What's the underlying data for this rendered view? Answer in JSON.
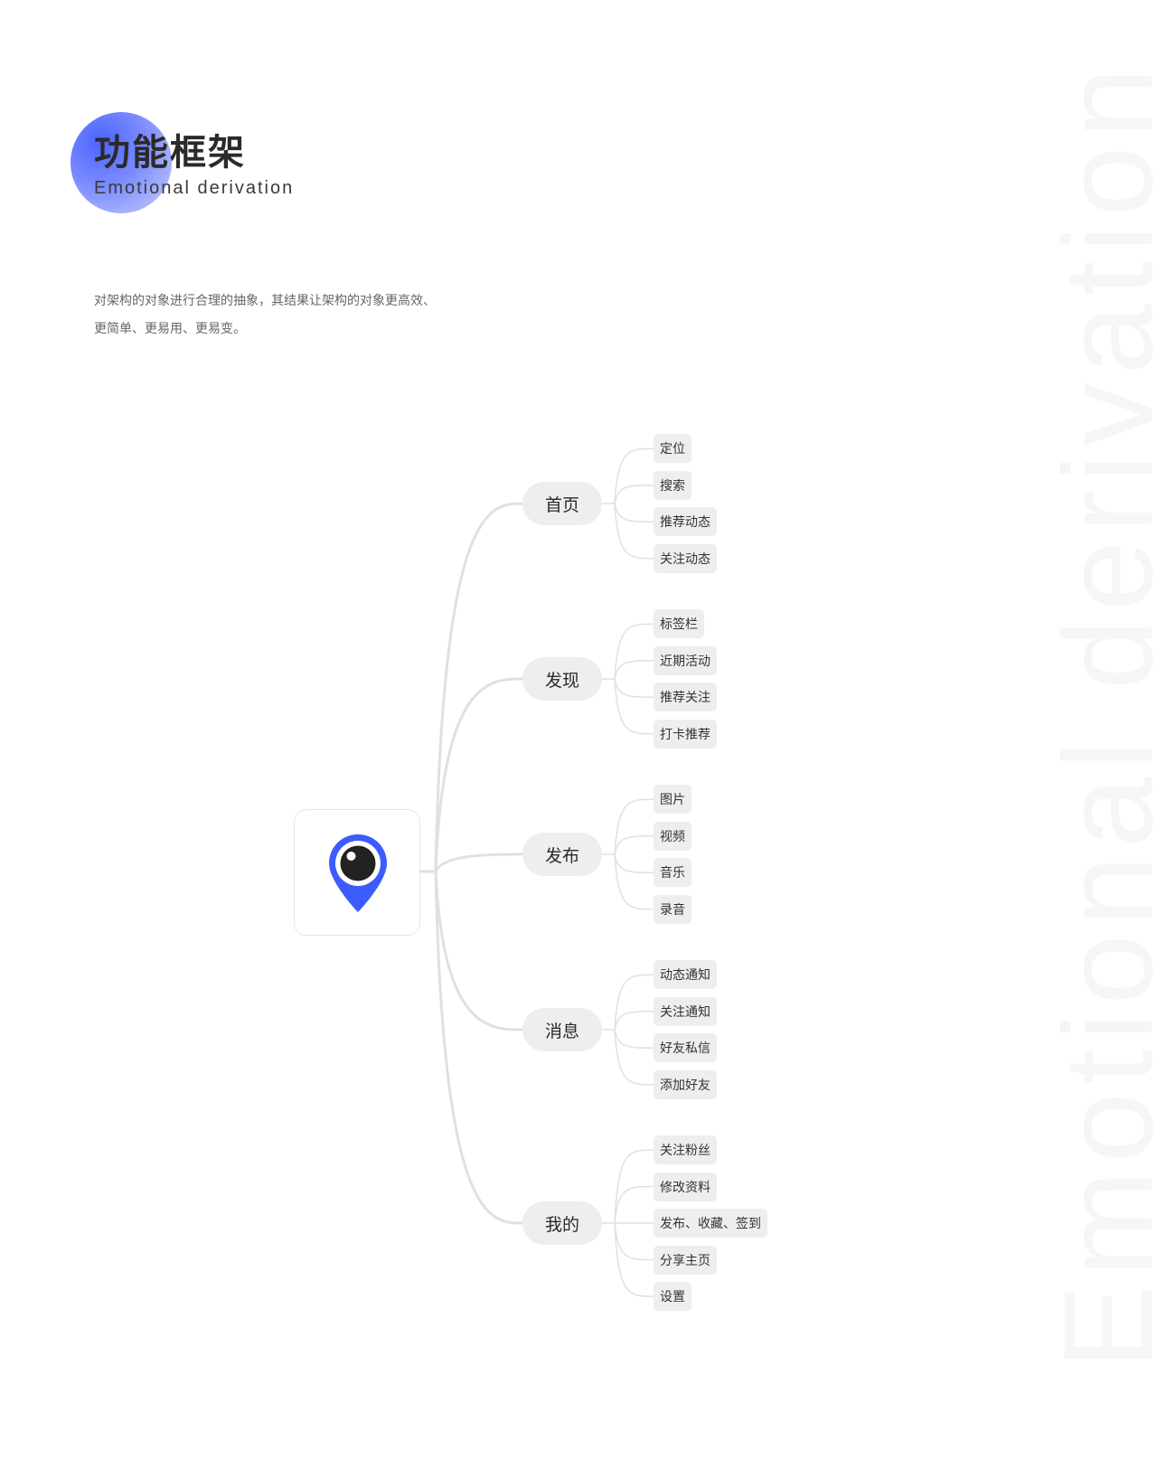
{
  "header": {
    "title": "功能框架",
    "subtitle": "Emotional derivation",
    "watermark": "Emotional derivation"
  },
  "description": {
    "line1": "对架构的对象进行合理的抽象，其结果让架构的对象更高效、",
    "line2": "更简单、更易用、更易变。"
  },
  "colors": {
    "accent": "#3e5bff",
    "node_bg": "#eeeeee",
    "connector": "#e0e0e0"
  },
  "diagram": {
    "root_icon": "location-pin-eye-icon",
    "branches": [
      {
        "label": "首页",
        "children": [
          "定位",
          "搜索",
          "推荐动态",
          "关注动态"
        ]
      },
      {
        "label": "发现",
        "children": [
          "标签栏",
          "近期活动",
          "推荐关注",
          "打卡推荐"
        ]
      },
      {
        "label": "发布",
        "children": [
          "图片",
          "视频",
          "音乐",
          "录音"
        ]
      },
      {
        "label": "消息",
        "children": [
          "动态通知",
          "关注通知",
          "好友私信",
          "添加好友"
        ]
      },
      {
        "label": "我的",
        "children": [
          "关注粉丝",
          "修改资料",
          "发布、收藏、签到",
          "分享主页",
          "设置"
        ]
      }
    ]
  }
}
